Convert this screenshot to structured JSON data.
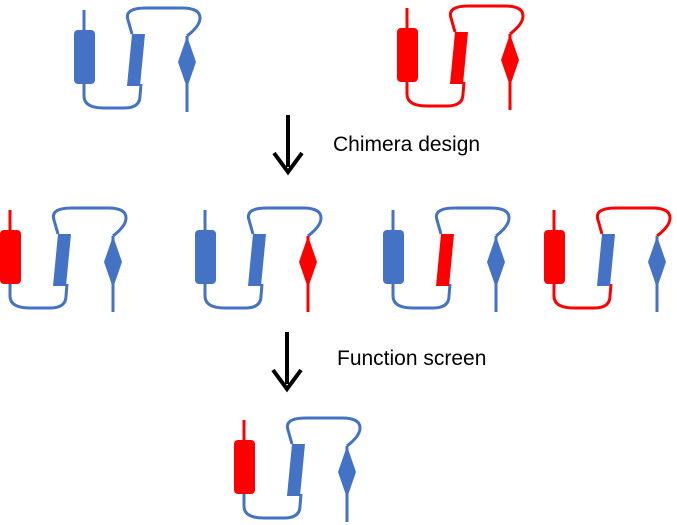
{
  "colors": {
    "blue": "#4472C4",
    "red": "#FF0000",
    "arrow": "#000000"
  },
  "steps": [
    {
      "label": "Chimera design"
    },
    {
      "label": "Function screen"
    }
  ],
  "parents": [
    {
      "id": "parent-blue",
      "cylinder": "blue",
      "strand": "blue",
      "diamond": "blue",
      "loop": "blue"
    },
    {
      "id": "parent-red",
      "cylinder": "red",
      "strand": "red",
      "diamond": "red",
      "loop": "red"
    }
  ],
  "chimeras": [
    {
      "id": "chimera-1",
      "cylinder": "red",
      "strand": "blue",
      "diamond": "blue",
      "loop": "blue"
    },
    {
      "id": "chimera-2",
      "cylinder": "blue",
      "strand": "blue",
      "diamond": "red",
      "loop": "blue"
    },
    {
      "id": "chimera-3",
      "cylinder": "blue",
      "strand": "red",
      "diamond": "blue",
      "loop": "blue"
    },
    {
      "id": "chimera-4",
      "cylinder": "red",
      "strand": "blue",
      "diamond": "blue",
      "loop": "red"
    }
  ],
  "selected": {
    "id": "selected-chimera",
    "cylinder": "red",
    "strand": "blue",
    "diamond": "blue",
    "loop": "blue"
  }
}
